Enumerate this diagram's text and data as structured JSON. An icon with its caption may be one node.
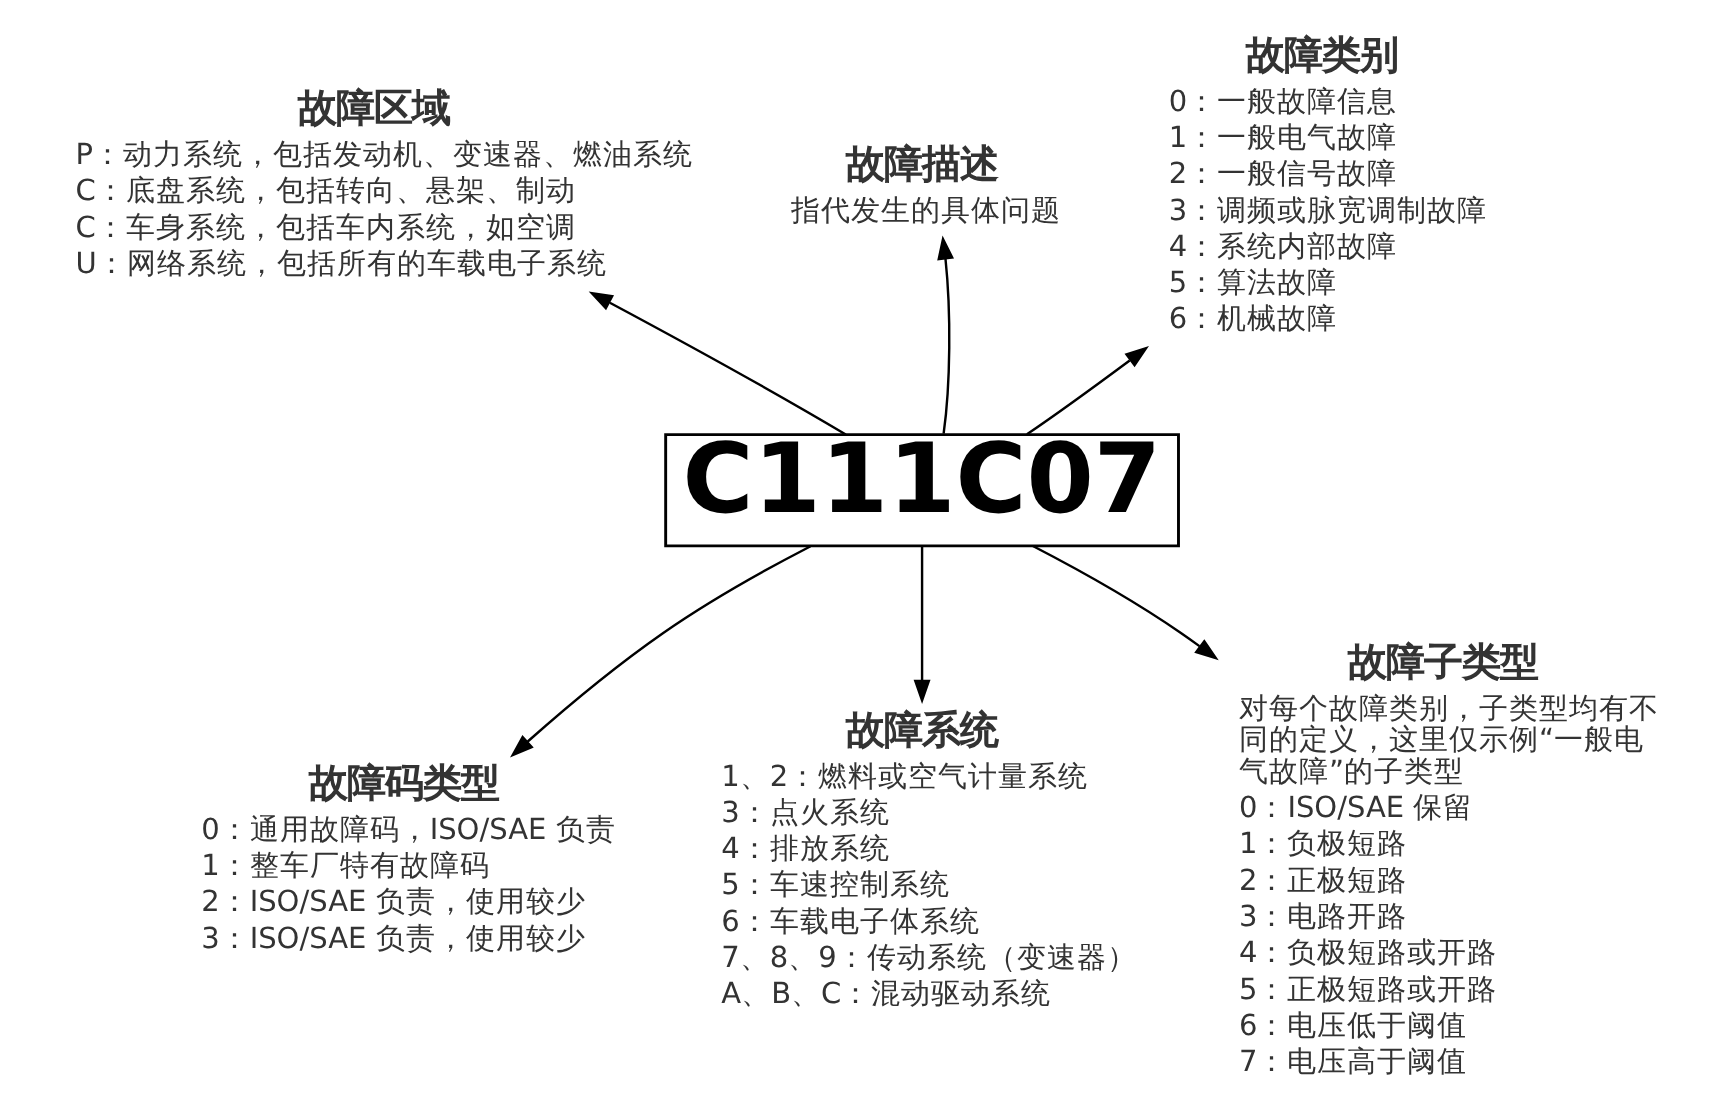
{
  "diagram": {
    "nodes": [
      {
        "text": [
          "C111C07"
        ]
      },
      {
        "text": [
          "故障区域",
          "P：动力系统，包括发动机、变速器、燃油系统",
          "C：底盘系统，包括转向、悬架、制动",
          "C：车身系统，包括车内系统，如空调",
          "U：网络系统，包括所有的车载电子系统"
        ]
      },
      {
        "text": [
          "故障描述",
          "指代发生的具体问题"
        ]
      },
      {
        "text": [
          "故障类别",
          "0：一般故障信息",
          "1：一般电气故障",
          "2：一般信号故障",
          "3：调频或脉宽调制故障",
          "4：系统内部故障",
          "5：算法故障",
          "6：机械故障"
        ]
      },
      {
        "text": [
          "故障码类型",
          "0：通用故障码，ISO/SAE 负责",
          "1：整车厂特有故障码",
          "2：ISO/SAE 负责，使用较少",
          "3：ISO/SAE 负责，使用较少"
        ]
      },
      {
        "text": [
          "故障系统",
          "1、2：燃料或空气计量系统",
          "3：点火系统",
          "4：排放系统",
          "5：车速控制系统",
          "6：车载电子体系统",
          "7、8、9：传动系统（变速器）",
          "A、B、C：混动驱动系统"
        ]
      },
      {
        "text": [
          "故障子类型",
          "对每个故障类别，子类型均有不同的定义，这里仅示例“一般电气故障”的子类型",
          "0：ISO/SAE 保留",
          "1：负极短路",
          "2：正极短路",
          "3：电路开路",
          "4：负极短路或开路",
          "5：正极短路或开路",
          "6：电压低于阈值",
          "7：电压高于阈值"
        ]
      }
    ],
    "edges": [
      {
        "from": 0,
        "to": 1,
        "arrow": "to"
      },
      {
        "from": 0,
        "to": 2,
        "arrow": "to"
      },
      {
        "from": 0,
        "to": 3,
        "arrow": "to"
      },
      {
        "from": 0,
        "to": 4,
        "arrow": "to"
      },
      {
        "from": 0,
        "to": 5,
        "arrow": "to"
      },
      {
        "from": 0,
        "to": 6,
        "arrow": "to"
      }
    ]
  }
}
